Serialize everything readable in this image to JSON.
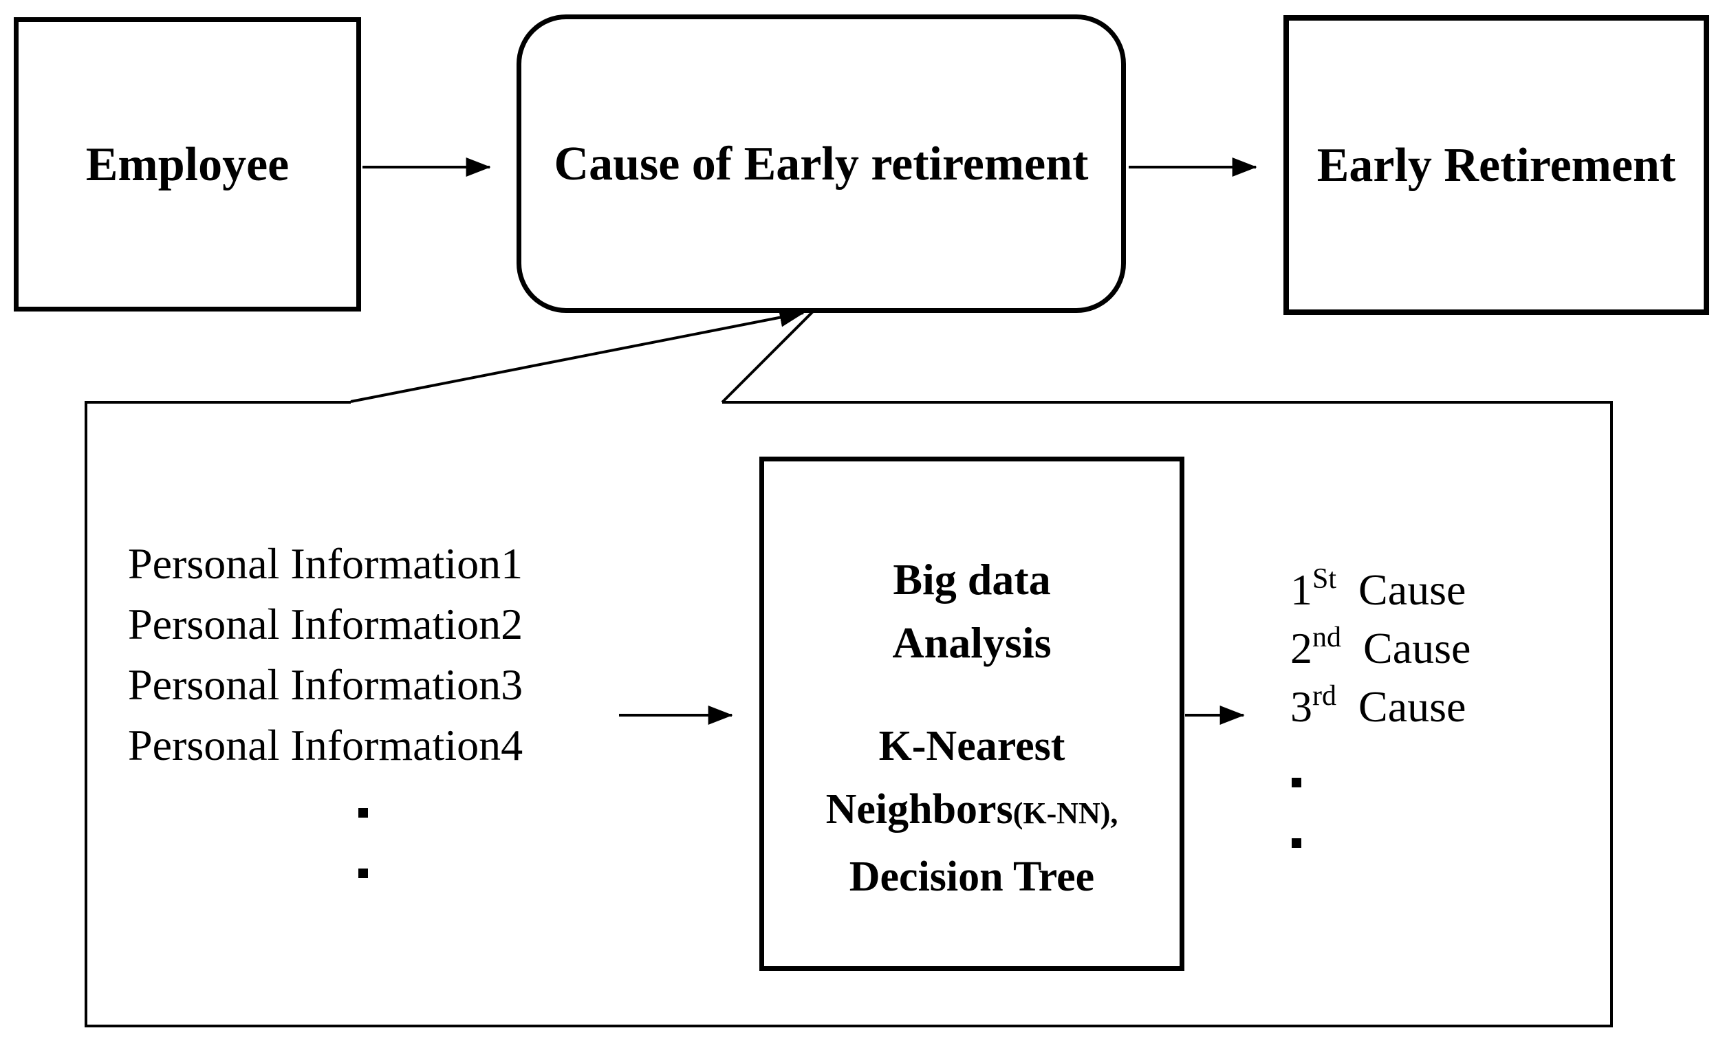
{
  "top_row": {
    "employee_label": "Employee",
    "cause_label": "Cause of Early retirement",
    "retirement_label": "Early Retirement"
  },
  "detail_panel": {
    "inputs": [
      "Personal Information1",
      "Personal Information2",
      "Personal Information3",
      "Personal Information4"
    ],
    "input_ellipsis": [
      ".",
      "."
    ],
    "analysis_box": {
      "title_line1": "Big data",
      "title_line2": "Analysis",
      "method_line1": "K-Nearest",
      "method_line2_main": "Neighbors",
      "method_line2_paren": "(K-NN),",
      "method_line3": "Decision Tree"
    },
    "outputs": [
      {
        "num": "1",
        "sup": "St",
        "label": "Cause"
      },
      {
        "num": "2",
        "sup": "nd",
        "label": "Cause"
      },
      {
        "num": "3",
        "sup": "rd",
        "label": "Cause"
      }
    ],
    "output_ellipsis": [
      ".",
      "."
    ]
  },
  "colors": {
    "stroke": "#000000",
    "background": "#ffffff"
  }
}
